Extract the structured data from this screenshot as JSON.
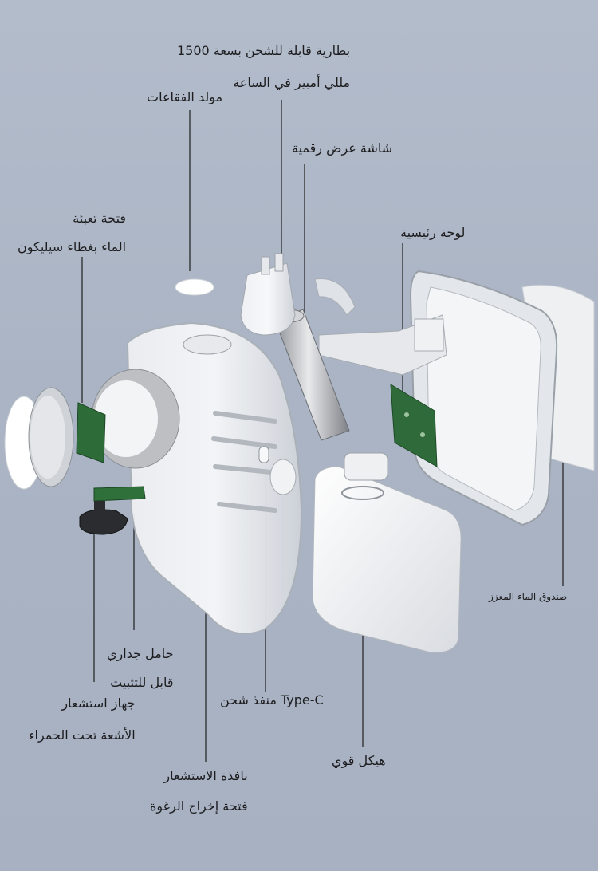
{
  "labels": {
    "battery": [
      "بطارية قابلة للشحن بسعة 1500",
      "مللي أمبير في الساعة"
    ],
    "bubble_generator": "مولد الفقاعات",
    "display": "شاشة عرض رقمية",
    "fill_opening": [
      "فتحة تعبئة",
      "الماء بغطاء سيليكون"
    ],
    "main_board": "لوحة رئيسية",
    "water_box": "صندوق الماء المعزز",
    "wall_holder": [
      "حامل جداري",
      "قابل للتثبيت"
    ],
    "ir_sensor": [
      "جهاز استشعار",
      "الأشعة تحت الحمراء"
    ],
    "type_c": "Type-C منفذ شحن",
    "body": "هيكل قوي",
    "window": [
      "نافذة الاستشعار",
      "فتحة إخراج الرغوة"
    ]
  }
}
